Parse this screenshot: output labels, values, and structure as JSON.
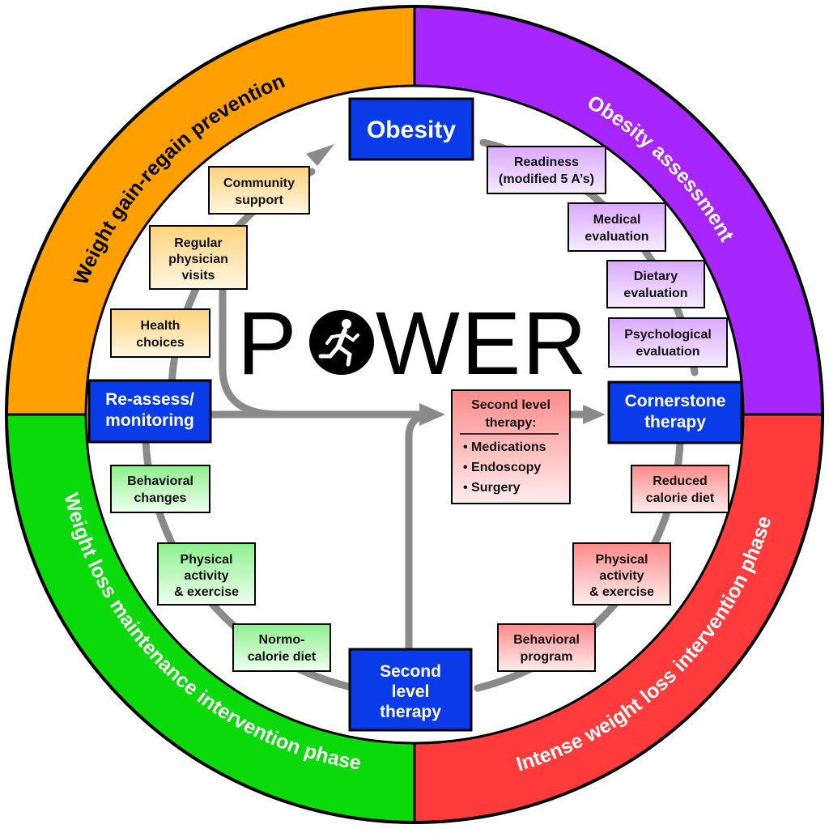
{
  "outer_ring": {
    "top_left": "Weight gain-regain prevention",
    "top_right": "Obesity assessment",
    "bottom_right": "Intense weight loss intervention phase",
    "bottom_left": "Weight loss maintenance intervention phase"
  },
  "colors": {
    "orange": "#FFA000",
    "purple": "#A726FF",
    "red": "#FF3B3B",
    "green": "#0ADA0A",
    "blue": "#0A3BE8",
    "track": "#8A8A8A"
  },
  "center_title": {
    "pre": "P",
    "post": "WER",
    "figure": "runner-icon"
  },
  "blue_boxes": {
    "obesity": "Obesity",
    "cornerstone": [
      "Cornerstone",
      "therapy"
    ],
    "second_level": [
      "Second",
      "level",
      "therapy"
    ],
    "reassess": [
      "Re-assess/",
      "monitoring"
    ]
  },
  "purple_boxes": [
    [
      "Readiness",
      "(modified 5 A’s)"
    ],
    [
      "Medical",
      "evaluation"
    ],
    [
      "Dietary",
      "evaluation"
    ],
    [
      "Psychological",
      "evaluation"
    ]
  ],
  "red_boxes": [
    [
      "Reduced",
      "calorie diet"
    ],
    [
      "Physical",
      "activity",
      "& exercise"
    ],
    [
      "Behavioral",
      "program"
    ]
  ],
  "green_boxes": [
    [
      "Behavioral",
      "changes"
    ],
    [
      "Physical",
      "activity",
      "& exercise"
    ],
    [
      "Normo-",
      "calorie diet"
    ]
  ],
  "orange_boxes": [
    [
      "Community",
      "support"
    ],
    [
      "Regular",
      "physician",
      "visits"
    ],
    [
      "Health",
      "choices"
    ]
  ],
  "center_box": {
    "title": [
      "Second level",
      "therapy:"
    ],
    "items": [
      "• Medications",
      "• Endoscopy",
      "• Surgery"
    ]
  }
}
